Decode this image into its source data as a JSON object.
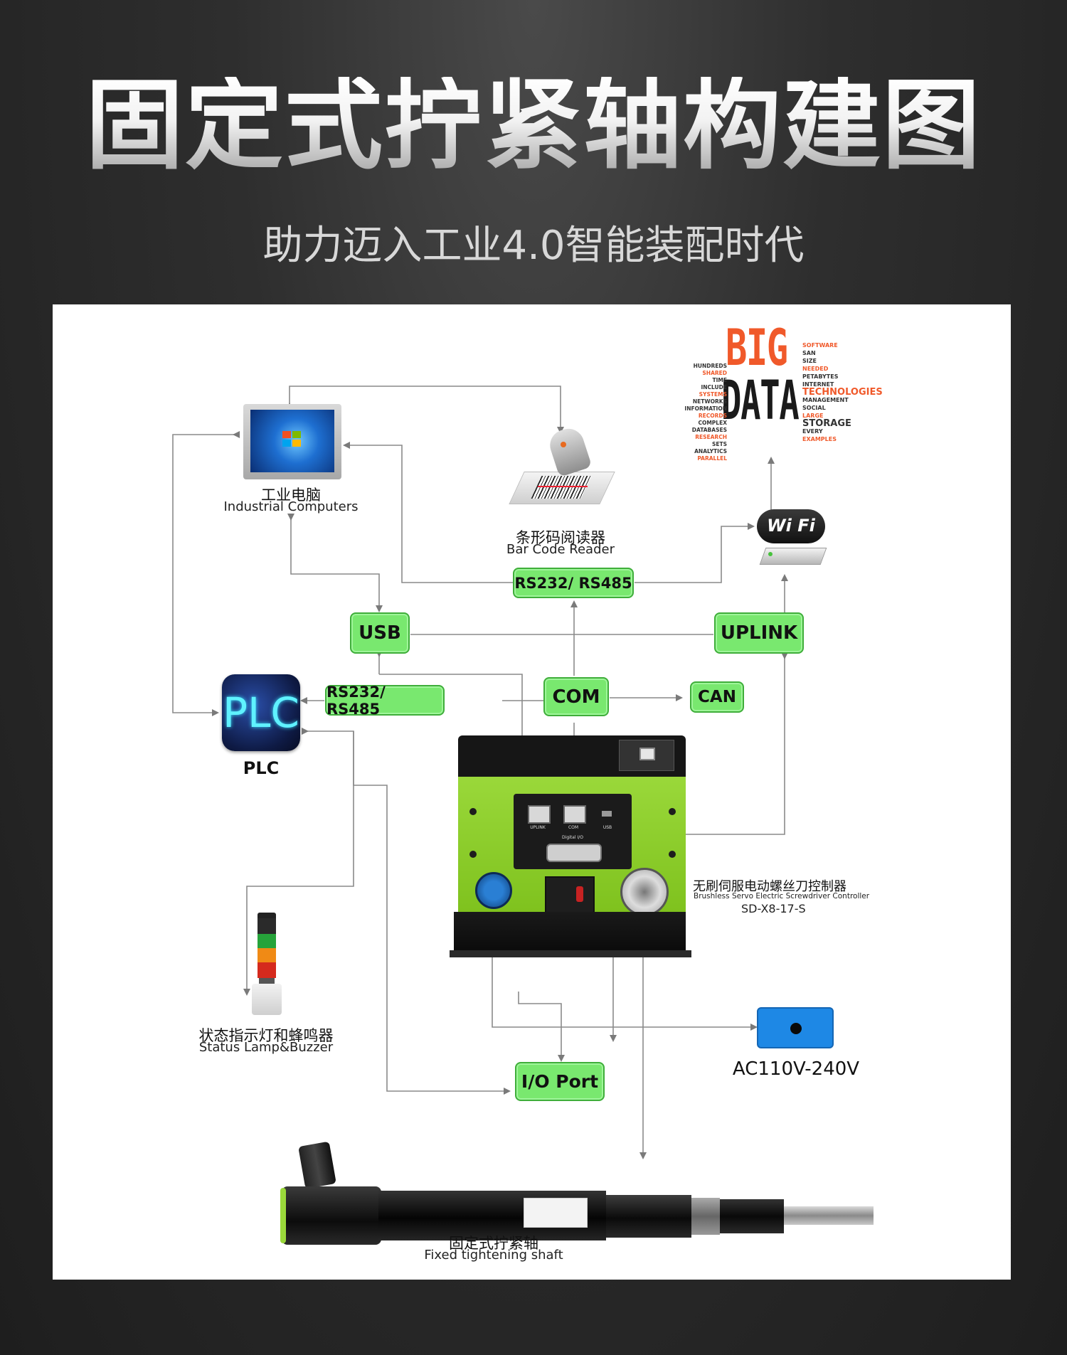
{
  "header": {
    "title": "固定式拧紧轴构建图",
    "subtitle": "助力迈入工业4.0智能装配时代"
  },
  "nodes": {
    "industrial_computer": {
      "cn": "工业电脑",
      "en": "Industrial Computers"
    },
    "barcode_reader": {
      "cn": "条形码阅读器",
      "en": "Bar Code Reader"
    },
    "plc": {
      "icon_text": "PLC",
      "label": "PLC"
    },
    "status_lamp": {
      "cn": "状态指示灯和蜂鸣器",
      "en": "Status Lamp&Buzzer"
    },
    "controller": {
      "cn": "无刷伺服电动螺丝刀控制器",
      "en": "Brushless Servo Electric Screwdriver Controller",
      "model": "SD-X8-17-S",
      "port_uplink": "UPLINK",
      "port_com": "COM",
      "port_usb": "USB",
      "port_digital": "Digital I/O"
    },
    "power": {
      "label": "AC110V-240V"
    },
    "shaft": {
      "cn": "固定式拧紧轴",
      "en": "Fixed tightening shaft"
    },
    "wifi": {
      "label": "Wi Fi"
    },
    "bigdata": {
      "big": "BIG",
      "data": "DATA",
      "words_right": [
        "SOFTWARE",
        "SAN",
        "SIZE",
        "NEEDED",
        "PETABYTES",
        "INTERNET",
        "TECHNOLOGIES",
        "MANAGEMENT",
        "SOCIAL",
        "LARGE",
        "STORAGE",
        "EVERY",
        "EXAMPLES"
      ],
      "words_left": [
        "HUNDREDS",
        "SHARED",
        "TIME",
        "INCLUDE",
        "SYSTEMS",
        "NETWORKS",
        "INFORMATION",
        "RECORDS",
        "COMPLEX",
        "DATABASES",
        "RESEARCH",
        "SETS",
        "ANALYTICS",
        "PARALLEL"
      ]
    }
  },
  "interfaces": {
    "rs232_top": "RS232/ RS485",
    "usb": "USB",
    "uplink": "UPLINK",
    "rs232_left": "RS232/ RS485",
    "com": "COM",
    "can": "CAN",
    "io_port": "I/O Port"
  },
  "colors": {
    "interface_fill": "#79e86f",
    "interface_border": "#3fae3a",
    "controller_green": "#8fd12b",
    "power_blue": "#1e88e5",
    "line_gray": "#8a8a8a",
    "bigdata_orange": "#f0592a"
  }
}
